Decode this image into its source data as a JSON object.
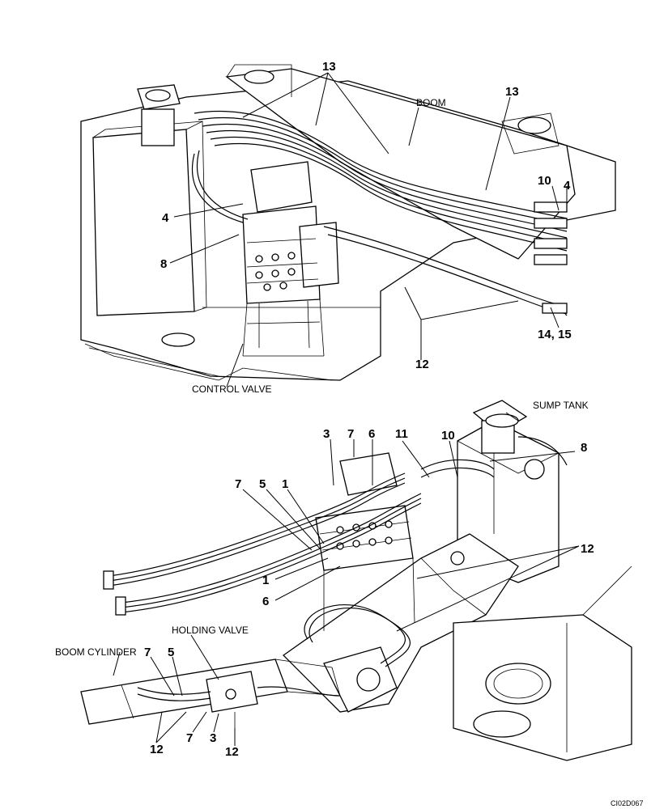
{
  "top_view": {
    "callouts": {
      "c13a": "13",
      "c13b": "13",
      "c10": "10",
      "c4a": "4",
      "c4b": "4",
      "c8": "8",
      "c12": "12",
      "c1415": "14, 15"
    },
    "labels": {
      "boom": "BOOM",
      "control_valve": "CONTROL VALVE"
    }
  },
  "bottom_view": {
    "callouts": {
      "c3a": "3",
      "c7a": "7",
      "c6a": "6",
      "c11": "11",
      "c10": "10",
      "c8": "8",
      "c7b": "7",
      "c5a": "5",
      "c1a": "1",
      "c12a": "12",
      "c1b": "1",
      "c6b": "6",
      "c7c": "7",
      "c5b": "5",
      "c12b": "12",
      "c7d": "7",
      "c3b": "3",
      "c12c": "12"
    },
    "labels": {
      "sump_tank": "SUMP TANK",
      "holding_valve": "HOLDING VALVE",
      "boom_cylinder": "BOOM CYLINDER"
    }
  },
  "drawing_code": "CI02D067"
}
